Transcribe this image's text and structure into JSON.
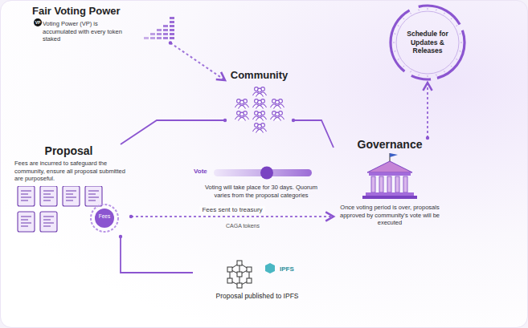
{
  "diagram": {
    "nodes": [
      {
        "text": [
          "Fair Voting Power",
          "Voting Power (VP) is accumulated with every token staked"
        ]
      },
      {
        "text": [
          "Schedule for Updates & Releases"
        ]
      },
      {
        "text": [
          "Community"
        ]
      },
      {
        "text": [
          "Proposal",
          "Fees are incurred to safeguard the community, ensure all proposal submitted are purposeful."
        ]
      },
      {
        "text": [
          "Governance",
          "Once voting period is over, proposals approved by community's vote will be executed"
        ]
      },
      {
        "text": [
          "Proposal published to IPFS"
        ]
      }
    ],
    "edges": [
      {
        "from": 0,
        "to": 2,
        "arrow": "to"
      },
      {
        "from": 2,
        "to": 3,
        "arrow": "none"
      },
      {
        "from": 2,
        "to": 4,
        "arrow": "none"
      },
      {
        "from": 3,
        "to": 4,
        "label": "Fees sent to treasury",
        "arrow": "to"
      },
      {
        "from": 4,
        "to": 1,
        "arrow": "to"
      },
      {
        "from": 3,
        "to": 5,
        "arrow": "none"
      }
    ],
    "labels": [
      "VP",
      "Vote",
      "Voting will take place for 30 days. Quorum varies from the proposal categories",
      "Fees",
      "CAGA tokens",
      "IPFS"
    ]
  }
}
